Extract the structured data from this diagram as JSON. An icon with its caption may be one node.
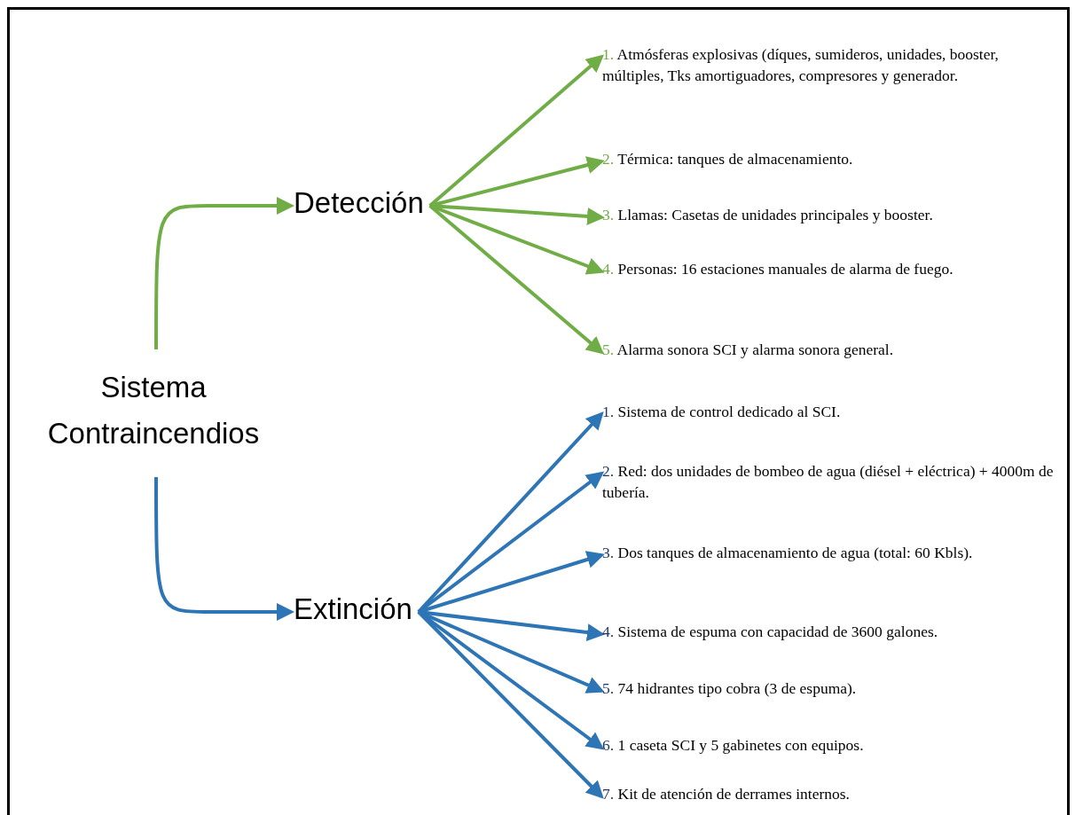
{
  "diagram": {
    "nodes": [
      {
        "text": [
          "Sistema Contraincendios"
        ]
      },
      {
        "text": [
          "Detección"
        ]
      },
      {
        "text": [
          "Extinción"
        ]
      },
      {
        "text": [
          "1.",
          "Atmósferas explosivas (díques, sumideros, unidades, booster, múltiples, Tks amortiguadores, compresores y generador."
        ]
      },
      {
        "text": [
          "2.",
          "Térmica: tanques de almacenamiento."
        ]
      },
      {
        "text": [
          "3.",
          "Llamas: Casetas de unidades principales y booster."
        ]
      },
      {
        "text": [
          "4.",
          "Personas: 16 estaciones manuales de alarma de fuego."
        ]
      },
      {
        "text": [
          "5.",
          "Alarma sonora SCI y alarma sonora general."
        ]
      },
      {
        "text": [
          "1.",
          "Sistema de control dedicado al SCI."
        ]
      },
      {
        "text": [
          "2.",
          "Red: dos unidades de bombeo de agua (diésel + eléctrica) + 4000m de tubería."
        ]
      },
      {
        "text": [
          "3.",
          "Dos tanques de almacenamiento de agua (total: 60 Kbls)."
        ]
      },
      {
        "text": [
          "4.",
          "Sistema de espuma con capacidad de 3600 galones."
        ]
      },
      {
        "text": [
          "5.",
          "74 hidrantes tipo cobra (3 de espuma)."
        ]
      },
      {
        "text": [
          "6.",
          "1 caseta SCI y 5 gabinetes con equipos."
        ]
      },
      {
        "text": [
          "7.",
          "Kit de atención de derrames internos."
        ]
      }
    ],
    "edges": [
      {
        "from": 0,
        "to": 1,
        "arrow": "to",
        "color": "#70ad47"
      },
      {
        "from": 0,
        "to": 2,
        "arrow": "to"
      },
      {
        "from": 1,
        "to": 3,
        "arrow": "to",
        "color": "#70ad47"
      },
      {
        "from": 1,
        "to": 4,
        "arrow": "to",
        "color": "#70ad47"
      },
      {
        "from": 1,
        "to": 5,
        "arrow": "to",
        "color": "#70ad47"
      },
      {
        "from": 1,
        "to": 6,
        "arrow": "to",
        "color": "#70ad47"
      },
      {
        "from": 1,
        "to": 7,
        "arrow": "to",
        "color": "#70ad47"
      },
      {
        "from": 2,
        "to": 8,
        "arrow": "to"
      },
      {
        "from": 2,
        "to": 9,
        "arrow": "to"
      },
      {
        "from": 2,
        "to": 10,
        "arrow": "to"
      },
      {
        "from": 2,
        "to": 11,
        "arrow": "to"
      },
      {
        "from": 2,
        "to": 12,
        "arrow": "to"
      },
      {
        "from": 2,
        "to": 13,
        "arrow": "to"
      },
      {
        "from": 2,
        "to": 14,
        "arrow": "to"
      }
    ]
  }
}
